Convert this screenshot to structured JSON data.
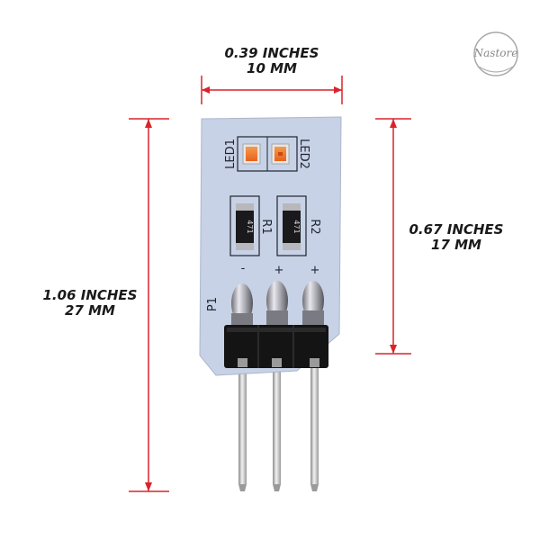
{
  "logo": {
    "text": "Nastore"
  },
  "width_dimension": {
    "inches": "0.39 INCHES",
    "mm": "10 MM"
  },
  "height_dimension": {
    "inches": "1.06 INCHES",
    "mm": "27 MM"
  },
  "board_dimension": {
    "inches": "0.67 INCHES",
    "mm": "17 MM"
  },
  "pcb": {
    "led1": "LED1",
    "led2": "LED2",
    "r1": "R1",
    "r2": "R2",
    "resistor_value": "471",
    "minus": "-",
    "plus1": "+",
    "plus2": "+",
    "connector": "P1"
  },
  "colors": {
    "dimension_red": "#d9242b",
    "pcb": "#c8d2e6",
    "led": "#f07a2c"
  }
}
